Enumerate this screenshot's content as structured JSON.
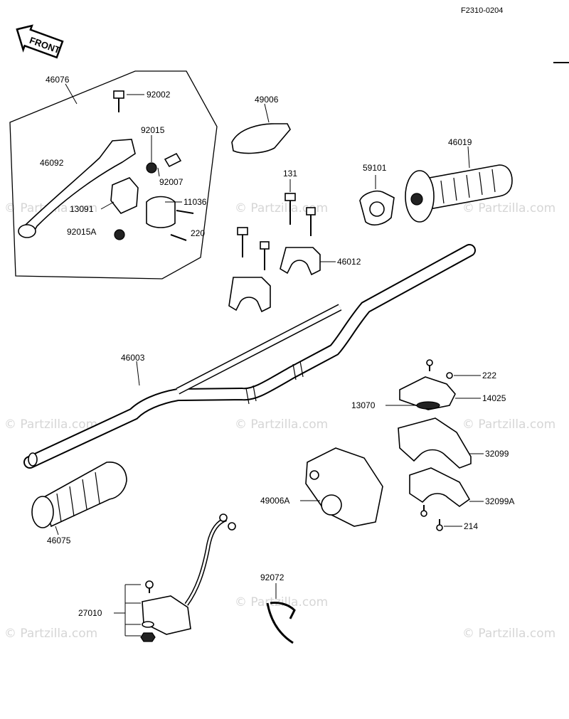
{
  "figure_code": "F2310-0204",
  "front_label": "FRONT",
  "watermark": "© Partzilla.com",
  "labels": {
    "p46076": "46076",
    "p92002": "92002",
    "p92015": "92015",
    "p46092": "46092",
    "p92007": "92007",
    "p13091": "13091",
    "p11036": "11036",
    "p92015A": "92015A",
    "p220": "220",
    "p49006": "49006",
    "p131": "131",
    "p59101": "59101",
    "p46019": "46019",
    "p46012": "46012",
    "p46003": "46003",
    "p222": "222",
    "p14025": "14025",
    "p13070": "13070",
    "p32099": "32099",
    "p32099A": "32099A",
    "p214": "214",
    "p49006A": "49006A",
    "p46075": "46075",
    "p92072": "92072",
    "p27010": "27010"
  }
}
